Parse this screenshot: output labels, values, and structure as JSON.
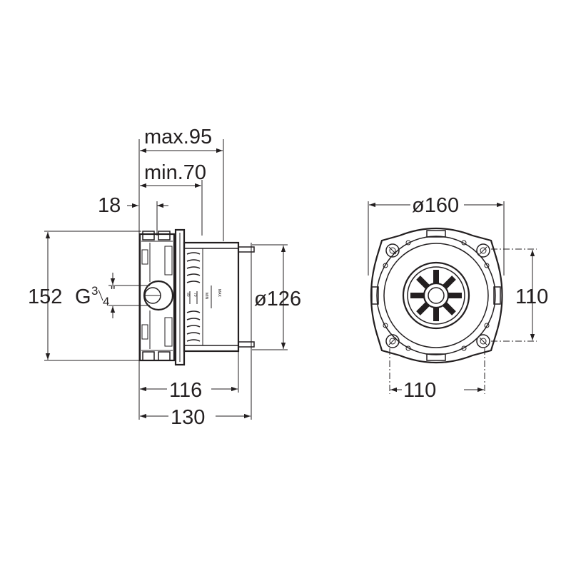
{
  "diagram": {
    "side_view": {
      "dim_max": "max.95",
      "dim_min": "min.70",
      "dim_offset": "18",
      "dim_height": "152",
      "thread_prefix": "G",
      "thread_num": "3",
      "thread_den": "4",
      "thread_mark": "\"",
      "dim_diameter": "ø126",
      "dim_depth_inner": "116",
      "dim_depth_outer": "130",
      "scale_min": "MIN",
      "scale_70": "70",
      "scale_80": "80",
      "scale_max": "MAX"
    },
    "front_view": {
      "dim_diameter": "ø160",
      "dim_vertical": "110",
      "dim_horizontal": "110"
    }
  }
}
